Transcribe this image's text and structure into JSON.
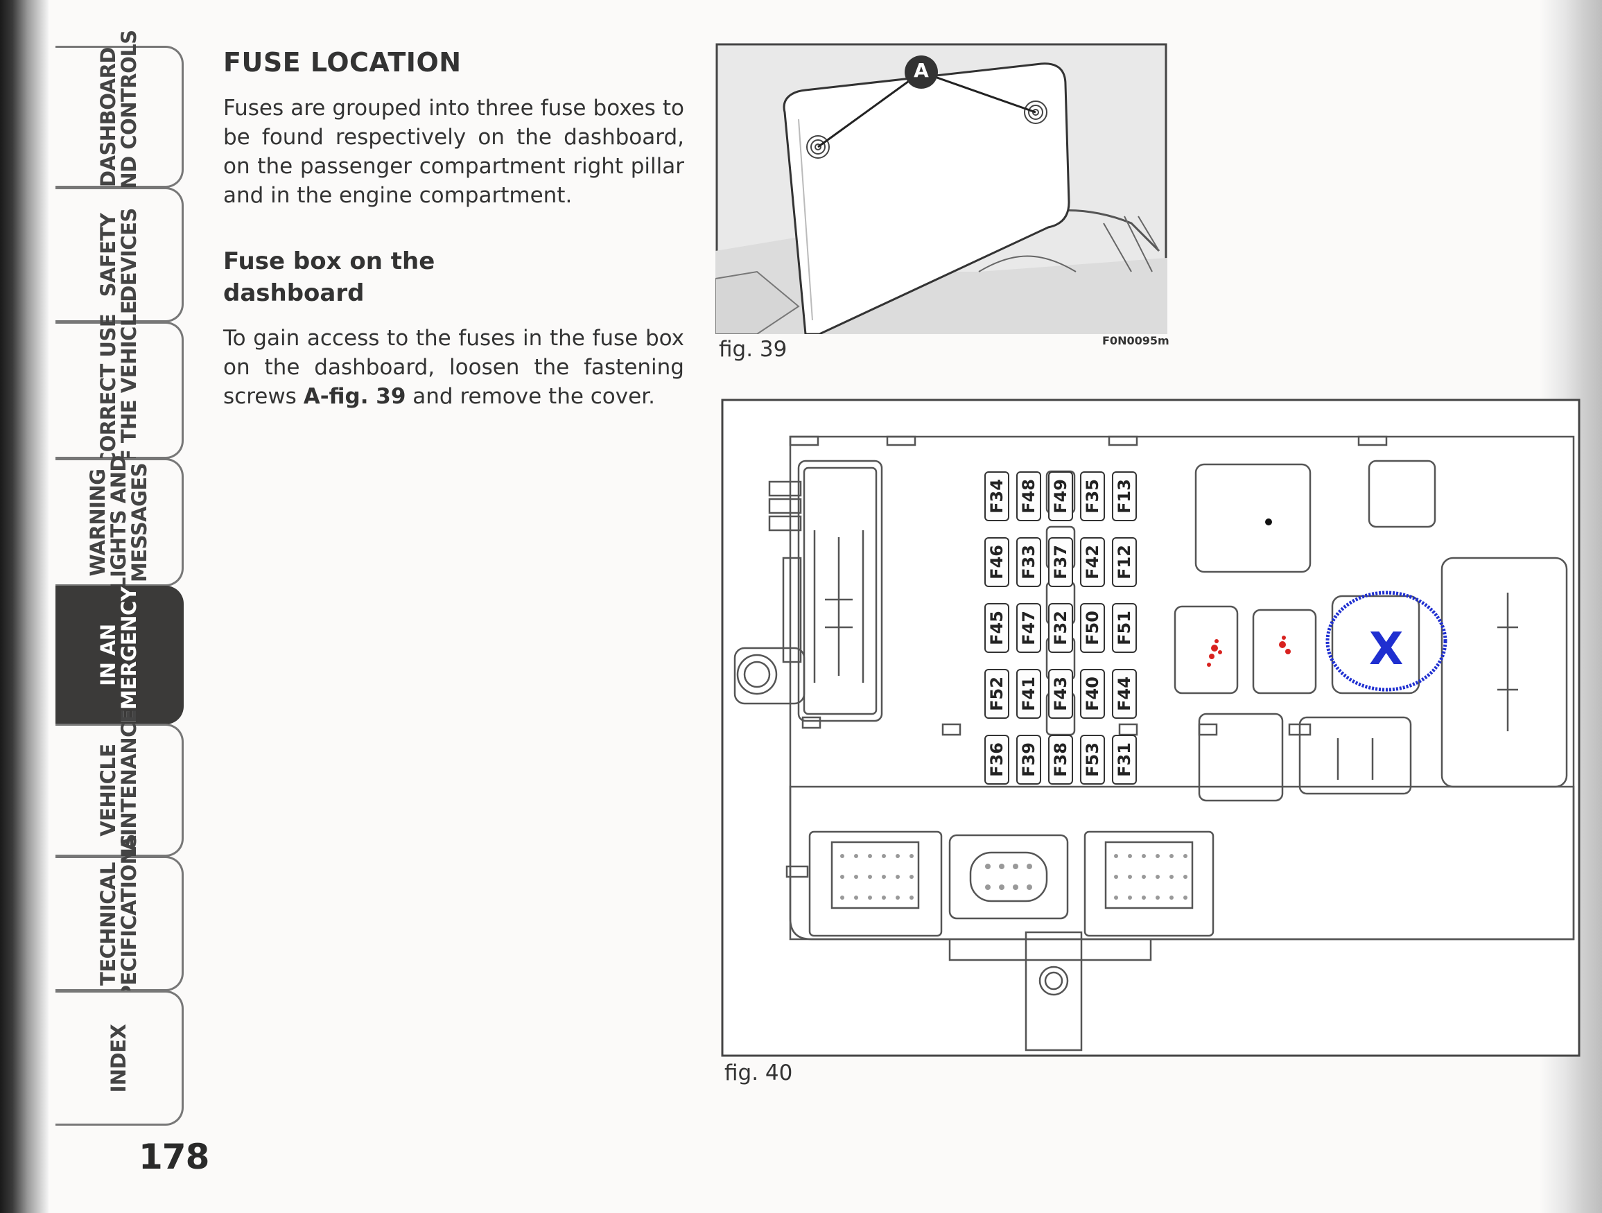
{
  "tabs": [
    {
      "label": "DASHBOARD\nAND CONTROLS",
      "active": false
    },
    {
      "label": "SAFETY\nDEVICES",
      "active": false
    },
    {
      "label": "CORRECT USE\nOF THE VEHICLE",
      "active": false
    },
    {
      "label": "WARNING\nLIGHTS AND\nMESSAGES",
      "active": false
    },
    {
      "label": "IN AN\nEMERGENCY",
      "active": true
    },
    {
      "label": "VEHICLE\nMAINTENANCE",
      "active": false
    },
    {
      "label": "TECHNICAL\nSPECIFICATIONS",
      "active": false
    },
    {
      "label": "INDEX",
      "active": false
    }
  ],
  "page_number": "178",
  "section": {
    "title": "FUSE LOCATION",
    "intro": "Fuses are grouped into three fuse boxes to be found respectively on the dashboard, on the passenger compartment right pillar and in the engine compartment.",
    "subtitle": "Fuse box on the dashboard",
    "body_before": "To gain access to the fuses in the fuse box on the dashboard, loosen the fastening screws ",
    "body_ref": "A-fig. 39",
    "body_after": " and remove the cover."
  },
  "fig39": {
    "caption": "fig. 39",
    "code": "F0N0095m",
    "callout": "A"
  },
  "fig40": {
    "caption": "fig. 40",
    "fuse_columns": [
      [
        "F34",
        "F46",
        "F45",
        "F52",
        "F36"
      ],
      [
        "F48",
        "F33",
        "F47",
        "F41",
        "F39"
      ],
      [
        "F49",
        "F37",
        "F32",
        "F43",
        "F38"
      ],
      [
        "F35",
        "F42",
        "F50",
        "F40",
        "F53"
      ],
      [
        "F13",
        "F12",
        "F51",
        "F44",
        "F31"
      ]
    ],
    "annotation_mark": "X",
    "colors": {
      "red_marks": "#d8221f",
      "blue_circle": "#1f2fd0",
      "line": "#555555"
    }
  }
}
